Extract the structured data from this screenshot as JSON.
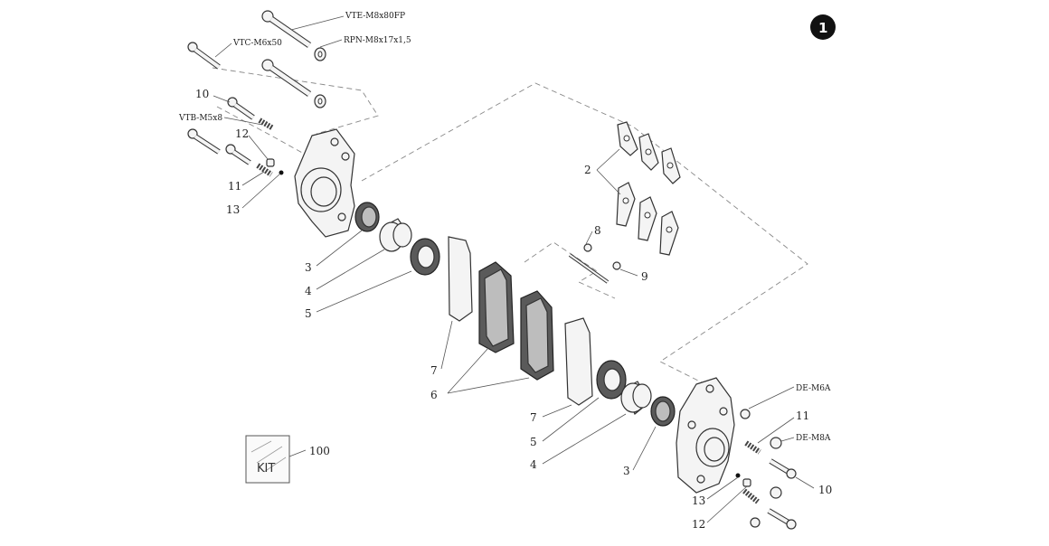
{
  "diagram": {
    "badge": "1",
    "kit_label": "KIT",
    "labels": {
      "vte": "VTE-M8x80FP",
      "vtc": "VTC-M6x50",
      "rpn": "RPN-M8x17x1,5",
      "vtb": "VTB-M5x8",
      "de_m6a": "DE-M6A",
      "de_m8a": "DE-M8A",
      "n10_left": "10",
      "n12_left": "12",
      "n11_left": "11",
      "n13_left": "13",
      "n3_left": "3",
      "n4_left": "4",
      "n5_left": "5",
      "n2": "2",
      "n8": "8",
      "n9": "9",
      "n7_left": "7",
      "n6": "6",
      "n7_right": "7",
      "n5_right": "5",
      "n4_right": "4",
      "n3_right": "3",
      "n11_right": "11",
      "n10_right": "10",
      "n13_right": "13",
      "n12_right": "12",
      "n100": "100"
    }
  }
}
